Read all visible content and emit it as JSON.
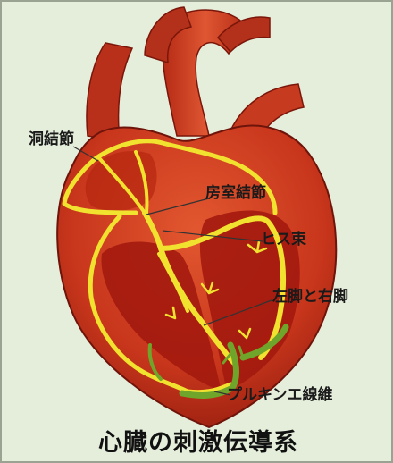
{
  "labels": {
    "sa_node": "洞結節",
    "av_node": "房室結節",
    "his_bundle": "ヒス束",
    "bundle_branches": "左脚と右脚",
    "purkinje_fibers": "プルキンエ線維"
  },
  "caption": "心臓の刺激伝導系",
  "colors": {
    "background": "#e4eedb",
    "heart_outer": "#c8361c",
    "heart_inner": "#9e180e",
    "conduction": "#f2e230",
    "purkinje": "#6fa52a",
    "leader_line": "#333333"
  }
}
